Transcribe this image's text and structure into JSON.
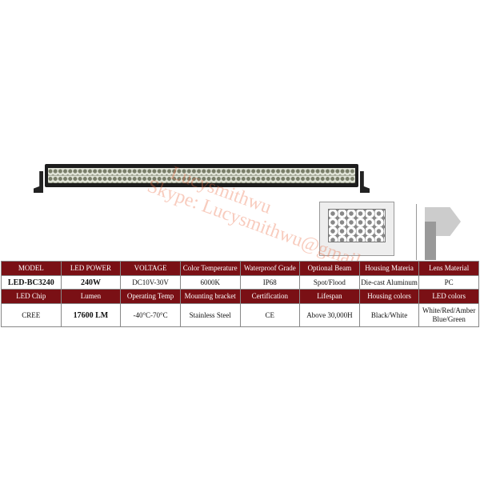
{
  "product_image": {
    "description_icon": "led-light-bar"
  },
  "watermark": {
    "line1": "Lucysmithwu",
    "line2": "Skype: Lucysmithwu@gmail.com"
  },
  "specs": {
    "header1": [
      "MODEL",
      "LED POWER",
      "VOLTAGE",
      "Color Temperature",
      "Waterproof Grade",
      "Optional Beam",
      "Housing Materia",
      "Lens Material"
    ],
    "row1": [
      "LED-BC3240",
      "240W",
      "DC10V-30V",
      "6000K",
      "IP68",
      "Spot/Flood",
      "Die-cast Aluminum",
      "PC"
    ],
    "header2": [
      "LED Chip",
      "Lumen",
      "Operating Temp",
      "Mounting bracket",
      "Certification",
      "Lifespan",
      "Housing colors",
      "LED colors"
    ],
    "row2": [
      "CREE",
      "17600 LM",
      "-40°C-70°C",
      "Stainless Steel",
      "CE",
      "Above 30,000H",
      "Black/White",
      "White/Red/Amber Blue/Green"
    ]
  },
  "colors": {
    "header_bg": "#7a1015"
  }
}
